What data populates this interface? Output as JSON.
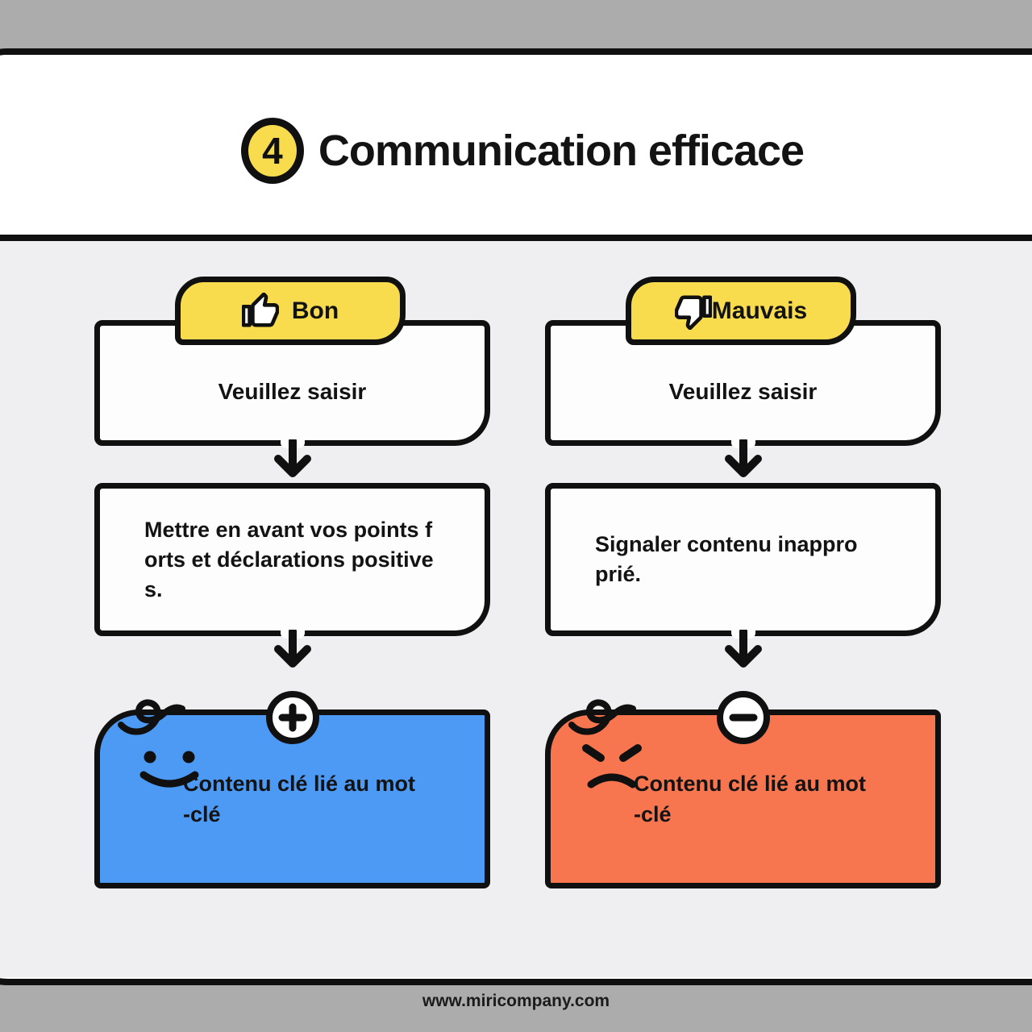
{
  "header": {
    "step_number": "4",
    "title": "Communication efficace"
  },
  "footer": {
    "website": "www.miricompany.com"
  },
  "colors": {
    "background": "#ACACAC",
    "panel": "#EFEEF0",
    "card": "#FFFFFF",
    "outline": "#101010",
    "yellow": "#F8DC4E",
    "blue": "#4D9AF5",
    "orange": "#F8764F"
  },
  "columns": [
    {
      "id": "bon",
      "badge_label": "Bon",
      "badge_icon": "thumbs-up-icon",
      "input_text": "Veuillez saisir",
      "action_text": "Mettre en avant vos points forts et déclarations positives.",
      "action_lines": [
        "Mettre en avant vos points f",
        "orts et déclarations positive",
        "s."
      ],
      "result_text": "Contenu clé lié au mot-clé",
      "result_lines": [
        "Contenu clé lié au mot",
        "-clé"
      ],
      "result_sign_icon": "plus-icon",
      "result_mood_icon": "happy-face-icon",
      "result_color": "#4D9AF5"
    },
    {
      "id": "mauvais",
      "badge_label": "Mauvais",
      "badge_icon": "thumbs-down-icon",
      "input_text": "Veuillez saisir",
      "action_text": "Signaler contenu inapproprié.",
      "action_lines": [
        "Signaler contenu inappro",
        "prié."
      ],
      "result_text": "Contenu clé lié au mot-clé",
      "result_lines": [
        "Contenu clé lié au mot",
        "-clé"
      ],
      "result_sign_icon": "minus-icon",
      "result_mood_icon": "angry-face-icon",
      "result_color": "#F8764F"
    }
  ]
}
